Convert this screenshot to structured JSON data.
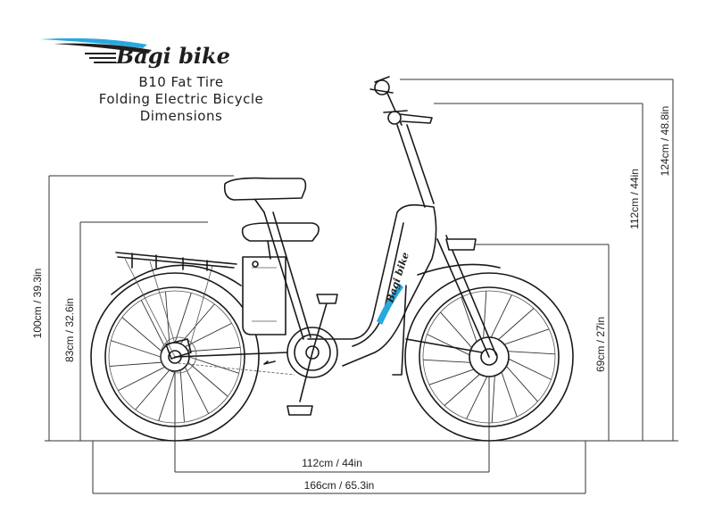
{
  "brand": {
    "logo_text": "Bagi bike",
    "frame_text": "Bagi bike",
    "accent_color": "#29a8e0"
  },
  "title": {
    "line1": "B10 Fat Tire",
    "line2": "Folding Electric Bicycle",
    "line3": "Dimensions"
  },
  "dimensions": {
    "seat_height_max": "100cm / 39.3in",
    "seat_height_min": "83cm / 32.6in",
    "handlebar_height_low": "69cm / 27in",
    "handlebar_height_mid": "112cm / 44in",
    "handlebar_height_max": "124cm / 48.8in",
    "wheelbase": "112cm / 44in",
    "overall_length": "166cm / 65.3in"
  }
}
